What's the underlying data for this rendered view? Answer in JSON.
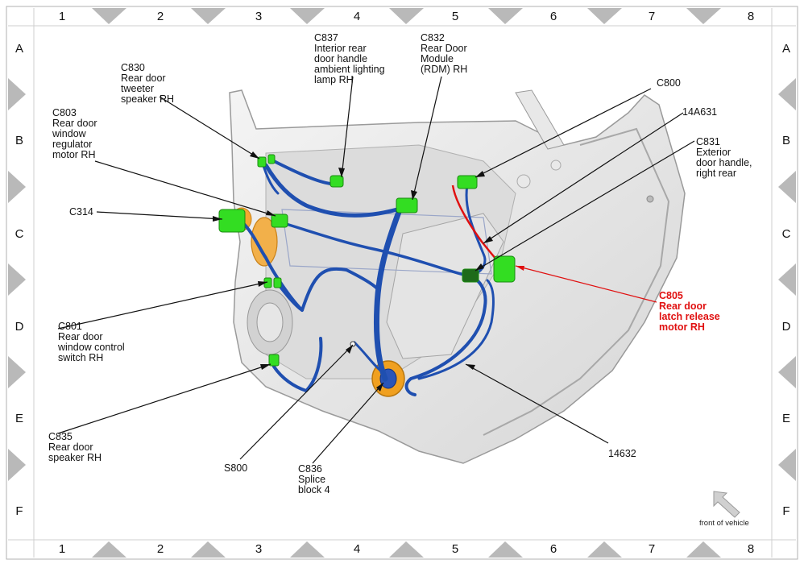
{
  "grid": {
    "columns": [
      "1",
      "2",
      "3",
      "4",
      "5",
      "6",
      "7",
      "8"
    ],
    "rows": [
      "A",
      "B",
      "C",
      "D",
      "E",
      "F"
    ]
  },
  "labels": {
    "c837": [
      "C837",
      "Interior rear",
      "door handle",
      "ambient lighting",
      "lamp RH"
    ],
    "c832": [
      "C832",
      "Rear Door",
      "Module",
      "(RDM) RH"
    ],
    "c830": [
      "C830",
      "Rear door",
      "tweeter",
      "speaker RH"
    ],
    "c803": [
      "C803",
      "Rear door",
      "window",
      "regulator",
      "motor RH"
    ],
    "c800": [
      "C800"
    ],
    "w14a631": [
      "14A631"
    ],
    "c831": [
      "C831",
      "Exterior",
      "door handle,",
      "right rear"
    ],
    "c314": [
      "C314"
    ],
    "c805": [
      "C805",
      "Rear door",
      "latch release",
      "motor RH"
    ],
    "c801": [
      "C801",
      "Rear door",
      "window control",
      "switch RH"
    ],
    "c835": [
      "C835",
      "Rear door",
      "speaker RH"
    ],
    "s800": [
      "S800"
    ],
    "c836": [
      "C836",
      "Splice",
      "block 4"
    ],
    "w14632": [
      "14632"
    ]
  },
  "front_of_vehicle": "front of vehicle",
  "colors": {
    "connector": "#33dd22",
    "harness": "#1f4fb0",
    "highlight": "#e01010",
    "foam": "#f0a020",
    "door_panel": "#e6e6e6"
  }
}
